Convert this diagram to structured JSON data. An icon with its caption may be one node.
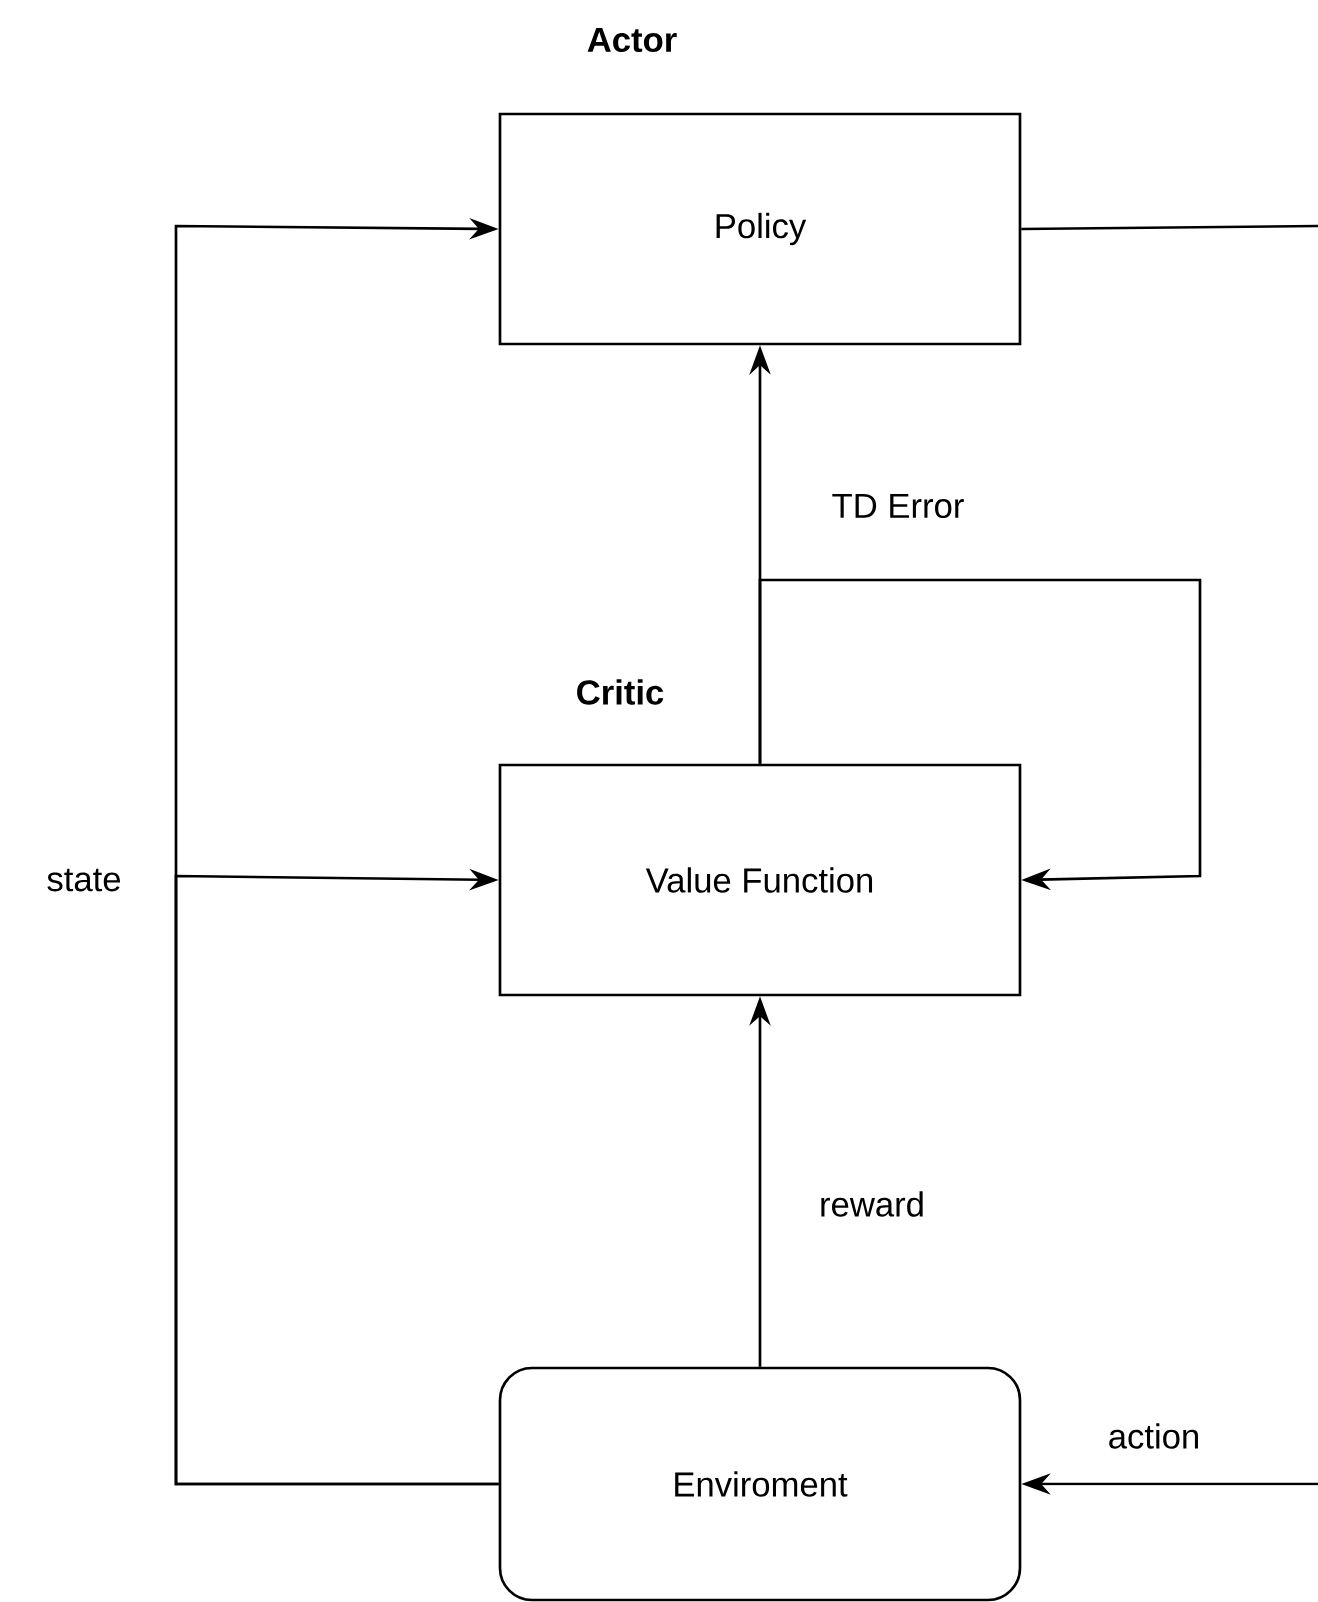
{
  "diagram": {
    "nodes": [
      {
        "text": [
          "Actor",
          "Policy"
        ]
      },
      {
        "text": [
          "Critic",
          "Value Function"
        ]
      },
      {
        "text": [
          "Enviroment"
        ]
      }
    ],
    "edges": [
      {
        "from": 0,
        "to": null,
        "arrow": "none"
      },
      {
        "from": null,
        "to": 2,
        "arrow": "to",
        "label": "action"
      },
      {
        "from": 2,
        "to": 0,
        "arrow": "to"
      },
      {
        "from": 2,
        "to": 1,
        "arrow": "to",
        "label": "state"
      },
      {
        "from": 1,
        "to": 0,
        "arrow": "to",
        "label": "TD Error"
      },
      {
        "from": 1,
        "to": 1,
        "arrow": "to"
      },
      {
        "from": 2,
        "to": 1,
        "arrow": "to",
        "label": "reward"
      }
    ]
  }
}
